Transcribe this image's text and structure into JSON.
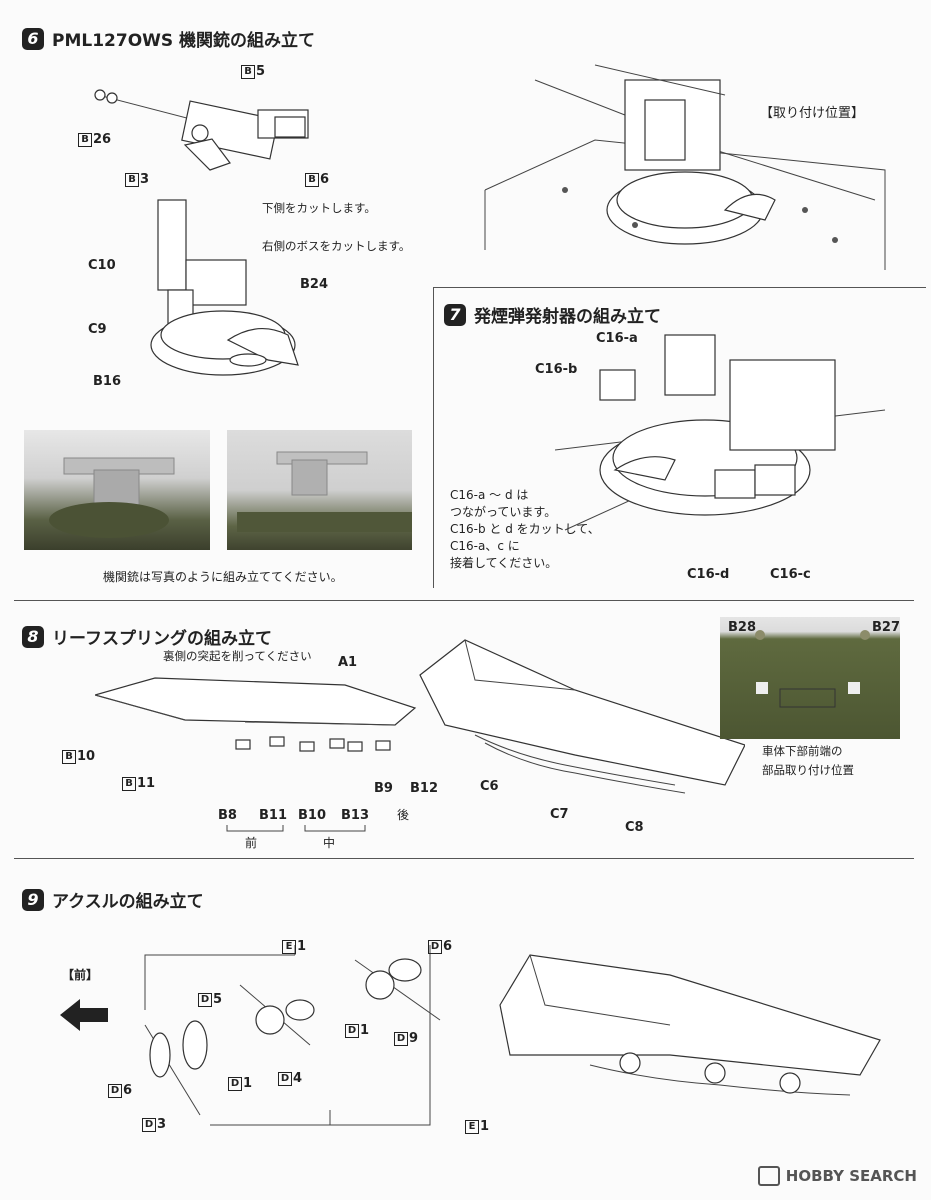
{
  "step6": {
    "num": "6",
    "title": "PML127OWS 機関銃の組み立て",
    "labels": {
      "b5": "5",
      "b26": "26",
      "b3": "3",
      "b6": "6",
      "c10": "C10",
      "c9": "C9",
      "b24": "B24",
      "b16": "B16"
    },
    "box_letter": "B",
    "notes": {
      "cut_bottom": "下側をカットします。",
      "cut_boss": "右側のボスをカットします。",
      "install_pos": "【取り付け位置】"
    },
    "photo_caption": "機関銃は写真のように組み立ててください。"
  },
  "step7": {
    "num": "7",
    "title": "発煙弾発射器の組み立て",
    "labels": {
      "c16a": "C16-a",
      "c16b": "C16-b",
      "c16d": "C16-d",
      "c16c": "C16-c"
    },
    "note_lines": [
      "C16-a ～ d は",
      "つながっています。",
      "C16-b と d をカットして、",
      "C16-a、c に",
      "接着してください。"
    ]
  },
  "step8": {
    "num": "8",
    "title": "リーフスプリングの組み立て",
    "notes": {
      "shave": "裏側の突起を削ってください",
      "hull_pos_1": "車体下部前端の",
      "hull_pos_2": "部品取り付け位置"
    },
    "labels": {
      "a1": "A1",
      "b10": "10",
      "b11": "11",
      "b8": "B8",
      "b11b": "B11",
      "b10b": "B10",
      "b13": "B13",
      "b9": "B9",
      "b12": "B12",
      "c6": "C6",
      "c7": "C7",
      "c8": "C8",
      "b28": "B28",
      "b27": "B27"
    },
    "groups": {
      "front": "前",
      "middle": "中",
      "rear": "後"
    }
  },
  "step9": {
    "num": "9",
    "title": "アクスルの組み立て",
    "front_label": "【前】",
    "labels": {
      "e1a": "1",
      "d6a": "6",
      "d5": "5",
      "d1a": "1",
      "d9": "9",
      "d6b": "6",
      "d1b": "1",
      "d4": "4",
      "d3": "3",
      "e1b": "1"
    },
    "box_d": "D",
    "box_e": "E"
  },
  "watermark": "HOBBY SEARCH"
}
